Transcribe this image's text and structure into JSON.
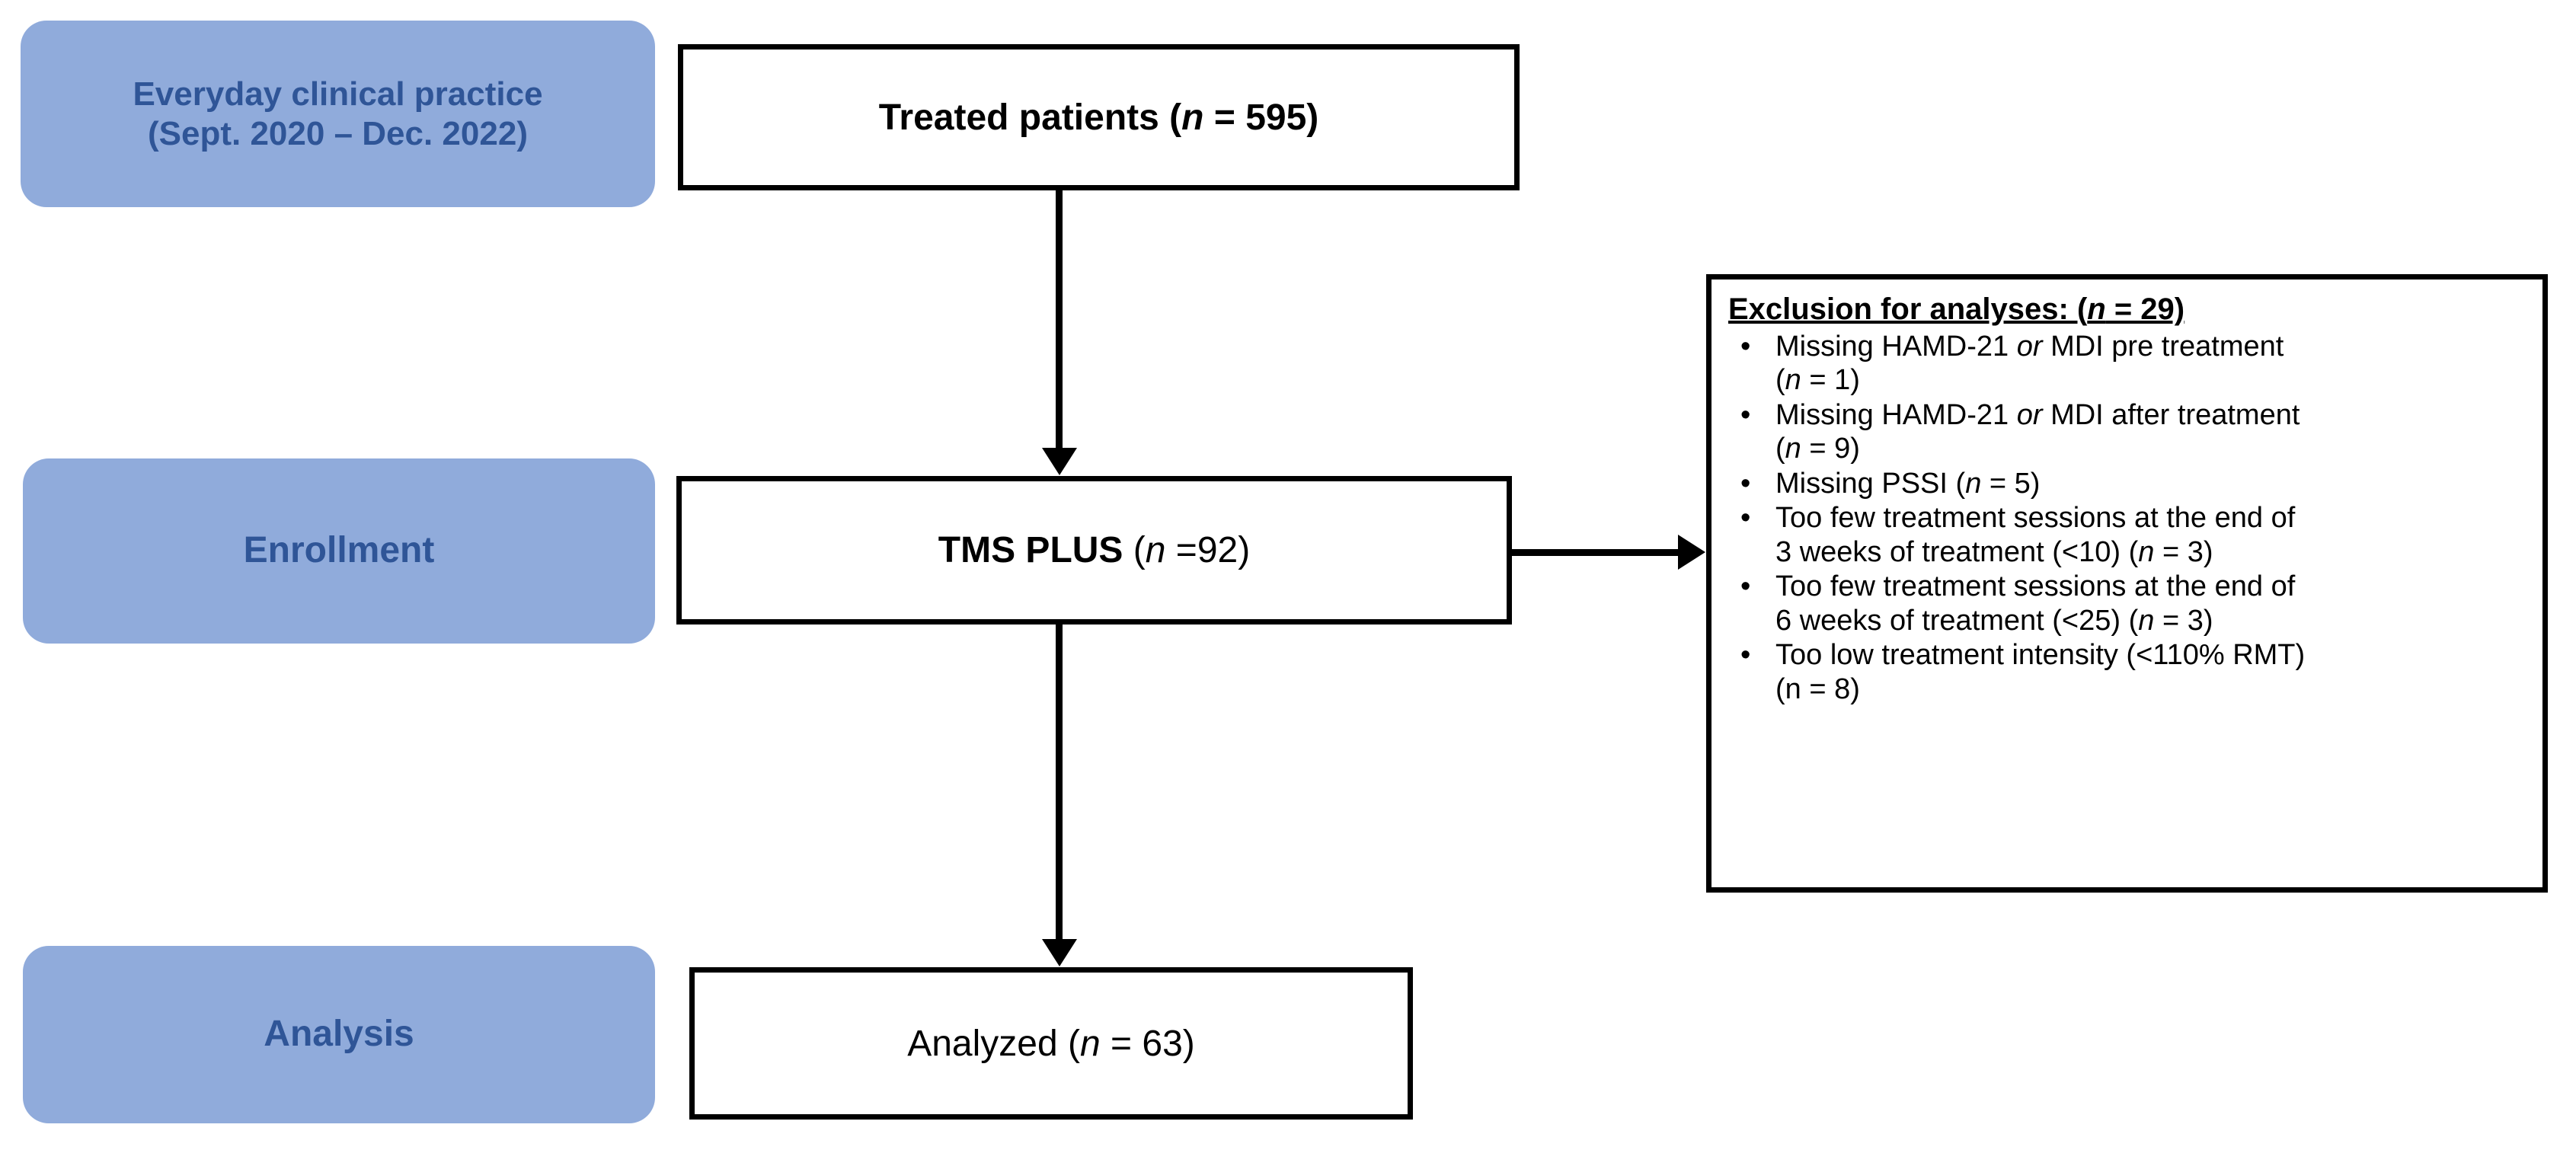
{
  "colors": {
    "stage_fill": "#90ABDB",
    "stage_text": "#2F5597",
    "box_border": "#000000",
    "box_fill": "#FFFFFF",
    "connector": "#000000"
  },
  "stages": [
    {
      "name": "everyday-clinical-practice",
      "line1": "Everyday clinical practice",
      "line2": "(Sept. 2020 – Dec. 2022)"
    },
    {
      "name": "enrollment",
      "label": "Enrollment"
    },
    {
      "name": "analysis",
      "label": "Analysis"
    }
  ],
  "nodes": {
    "treated": {
      "label": "Treated patients",
      "n_prefix": "(",
      "n_symbol": "n",
      "n_equals": " = ",
      "n_value": "595",
      "n_suffix": ")",
      "full_text": "Treated patients (n = 595)"
    },
    "tms_plus": {
      "label": "TMS PLUS",
      "n_prefix": "(",
      "n_symbol": "n",
      "n_equals": " =",
      "n_value": "92",
      "n_suffix": ")",
      "full_text": "TMS PLUS (n =92)"
    },
    "analyzed": {
      "label": "Analyzed",
      "n_prefix": "(",
      "n_symbol": "n",
      "n_equals": " = ",
      "n_value": "63",
      "n_suffix": ")",
      "full_text": "Analyzed (n = 63)"
    }
  },
  "exclusion": {
    "title_text": "Exclusion for analyses: (",
    "title_n": "n",
    "title_tail": " = 29)",
    "title_full": "Exclusion for analyses: (n = 29)",
    "bullet_glyph": "•",
    "items": [
      {
        "text_a": "Missing HAMD-21 ",
        "italic_a": "or",
        "text_b": " MDI pre treatment",
        "count_open": "(",
        "count_n": "n",
        "count_tail": " = 1)",
        "full_text": "Missing HAMD-21 or MDI pre treatment (n = 1)"
      },
      {
        "text_a": "Missing HAMD-21 ",
        "italic_a": "or",
        "text_b": " MDI after treatment",
        "count_open": "(",
        "count_n": "n",
        "count_tail": " = 9)",
        "full_text": "Missing HAMD-21 or MDI after treatment (n = 9)"
      },
      {
        "text_a": "Missing PSSI  ",
        "italic_a": "",
        "text_b": "",
        "count_open": "(",
        "count_n": "n",
        "count_tail": " = 5)",
        "full_text": "Missing PSSI (n = 5)"
      },
      {
        "text_a": "Too few treatment sessions at the end of",
        "italic_a": "",
        "text_b": "",
        "line2_a": "3 weeks of treatment (<10) ",
        "count_open": "(",
        "count_n": "n",
        "count_tail": " = 3)",
        "full_text": "Too few treatment sessions at the end of 3 weeks of treatment (<10) (n = 3)"
      },
      {
        "text_a": "Too few treatment sessions at the end of",
        "italic_a": "",
        "text_b": "",
        "line2_a": "6 weeks of treatment (<25) ",
        "count_open": "(",
        "count_n": "n",
        "count_tail": " = 3)",
        "full_text": "Too few treatment sessions at the end of 6 weeks of treatment (<25) (n = 3)"
      },
      {
        "text_a": "Too low treatment intensity (<110% RMT)",
        "italic_a": "",
        "text_b": "",
        "line2_a": "",
        "count_open": "(n",
        "count_n": "",
        "count_tail": " = 8)",
        "full_text": "Too low treatment intensity (<110% RMT) (n = 8)"
      }
    ]
  },
  "connectors": [
    {
      "name": "treated-to-tmsplus",
      "direction": "down"
    },
    {
      "name": "tmsplus-to-analyzed",
      "direction": "down"
    },
    {
      "name": "tmsplus-to-exclusion",
      "direction": "right"
    }
  ]
}
